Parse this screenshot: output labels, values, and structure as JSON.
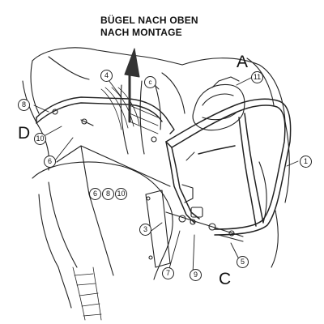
{
  "title": {
    "line1": "BÜGEL NACH OBEN",
    "line2": "NACH MONTAGE"
  },
  "view_labels": {
    "a": "A",
    "c": "C",
    "d": "D"
  },
  "part_numbers": {
    "p1": "1",
    "p3": "3",
    "p4": "4",
    "p5": "5",
    "p6_left": "6",
    "p6_mid": "6",
    "p7": "7",
    "p8_left": "8",
    "p8_mid": "8",
    "p9": "9",
    "p10_left": "10",
    "p10_mid": "10",
    "p11": "11"
  },
  "colors": {
    "line": "#222222",
    "arrow": "#333333",
    "background": "#ffffff"
  }
}
